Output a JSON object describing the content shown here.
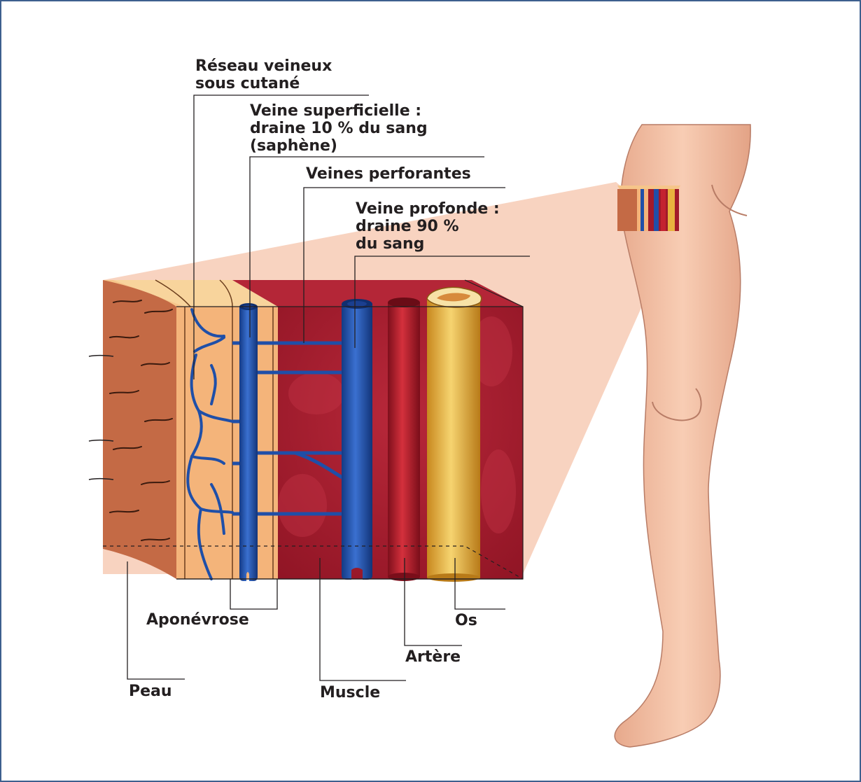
{
  "labels": {
    "reseau": [
      "Réseau veineux",
      "sous cutané"
    ],
    "superficielle": [
      "Veine superficielle :",
      "draine 10 % du sang",
      "(saphène)"
    ],
    "perforantes": "Veines perforantes",
    "profonde": [
      "Veine profonde :",
      "draine 90 %",
      "du sang"
    ],
    "aponevrose": "Aponévrose",
    "os": "Os",
    "artere": "Artère",
    "peau": "Peau",
    "muscle": "Muscle"
  },
  "colors": {
    "skin": "#c46a45",
    "fat": "#f4b47a",
    "muscle": "#a11a2a",
    "vein": "#1f4fa8",
    "artery": "#b31b2a",
    "bone": "#e8b23e",
    "leg": "#f2bfa4",
    "frame": "#3d5f8e"
  }
}
